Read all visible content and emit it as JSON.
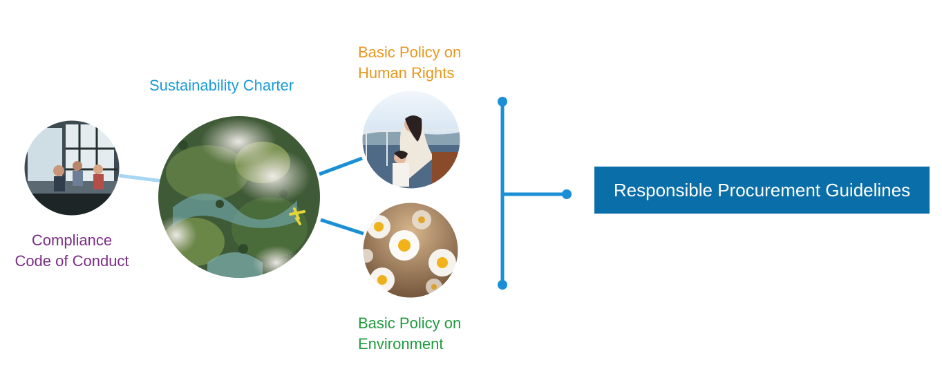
{
  "labels": {
    "compliance_line1": "Compliance",
    "compliance_line2": "Code of Conduct",
    "sustainability": "Sustainability Charter",
    "human_rights_line1": "Basic Policy on",
    "human_rights_line2": "Human Rights",
    "environment_line1": "Basic Policy on",
    "environment_line2": "Environment",
    "guidelines": "Responsible Procurement Guidelines"
  },
  "colors": {
    "compliance": "#7b2d86",
    "sustainability": "#1a9ad6",
    "human_rights": "#e8961c",
    "environment": "#1e9a3e",
    "connector": "#1a8fd6",
    "box": "#0a6ea8"
  },
  "images": {
    "compliance": "office-meeting-photo",
    "sustainability": "forest-aerial-photo",
    "human_rights": "mother-child-photo",
    "environment": "daisy-flowers-photo"
  }
}
